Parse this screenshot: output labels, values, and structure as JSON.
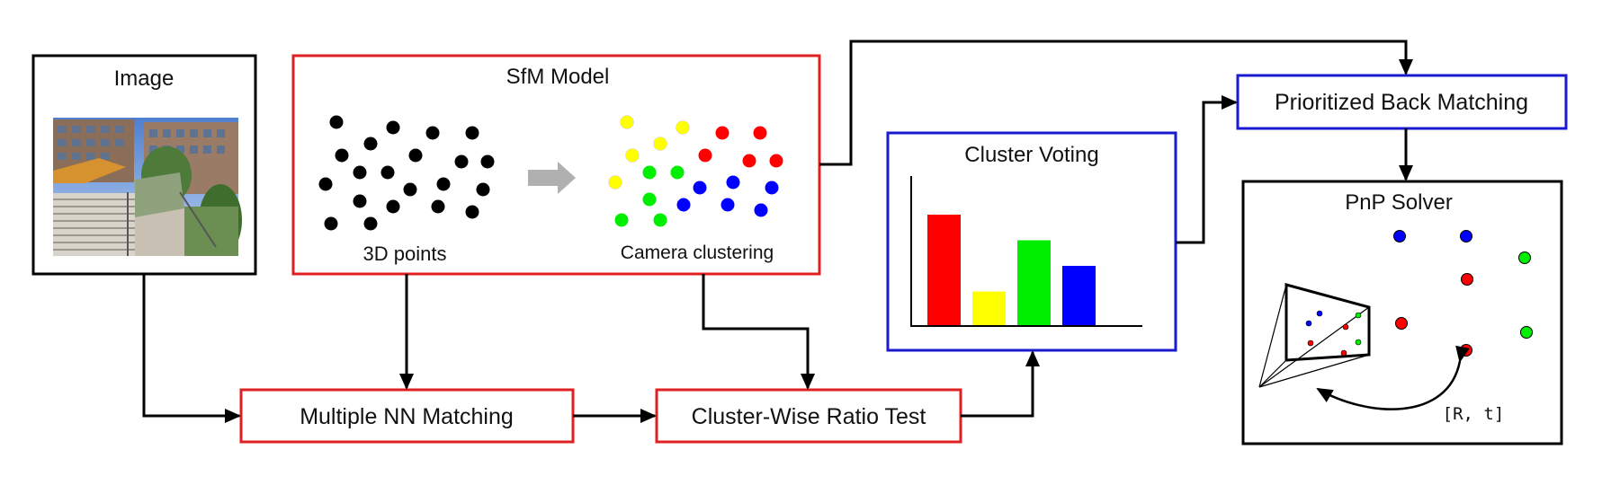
{
  "labels": {
    "image": "Image",
    "sfm_model": "SfM Model",
    "points_3d": "3D points",
    "camera_clustering": "Camera clustering",
    "multiple_nn": "Multiple NN Matching",
    "ratio_test": "Cluster-Wise Ratio Test",
    "cluster_voting": "Cluster Voting",
    "back_matching": "Prioritized Back Matching",
    "pnp_solver": "PnP Solver",
    "pose": "[R, t]"
  },
  "colors": {
    "red_box": "#e02020",
    "blue_box": "#1a1ad0",
    "black": "#000000",
    "red": "#ff0000",
    "yellow": "#ffff00",
    "green": "#00ee00",
    "blue": "#0000ff",
    "gray_arrow": "#b0b0b0"
  },
  "cluster_voting_chart": {
    "bars": [
      {
        "color": "red",
        "value": 1.0
      },
      {
        "color": "yellow",
        "value": 0.31
      },
      {
        "color": "green",
        "value": 0.77
      },
      {
        "color": "blue",
        "value": 0.54
      }
    ]
  }
}
